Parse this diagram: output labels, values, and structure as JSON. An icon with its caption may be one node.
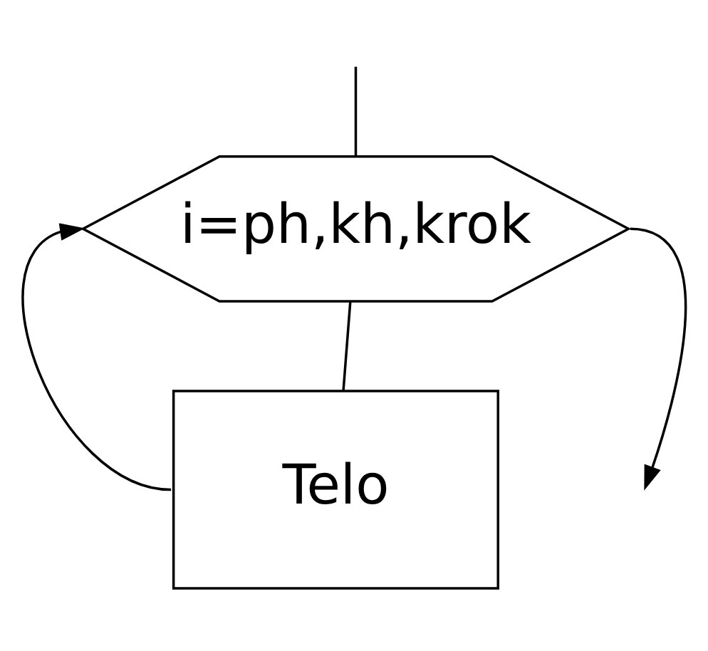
{
  "diagram": {
    "nodes": [
      {
        "text": [
          "i=ph,kh,krok"
        ]
      },
      {
        "text": [
          "Telo"
        ]
      }
    ],
    "edges": [
      {
        "from": 0,
        "to": null,
        "arrow": "to"
      },
      {
        "from": null,
        "to": 0,
        "arrow": "none"
      },
      {
        "from": 0,
        "to": 1,
        "arrow": "none"
      },
      {
        "from": 1,
        "to": 0,
        "arrow": "to"
      }
    ]
  }
}
